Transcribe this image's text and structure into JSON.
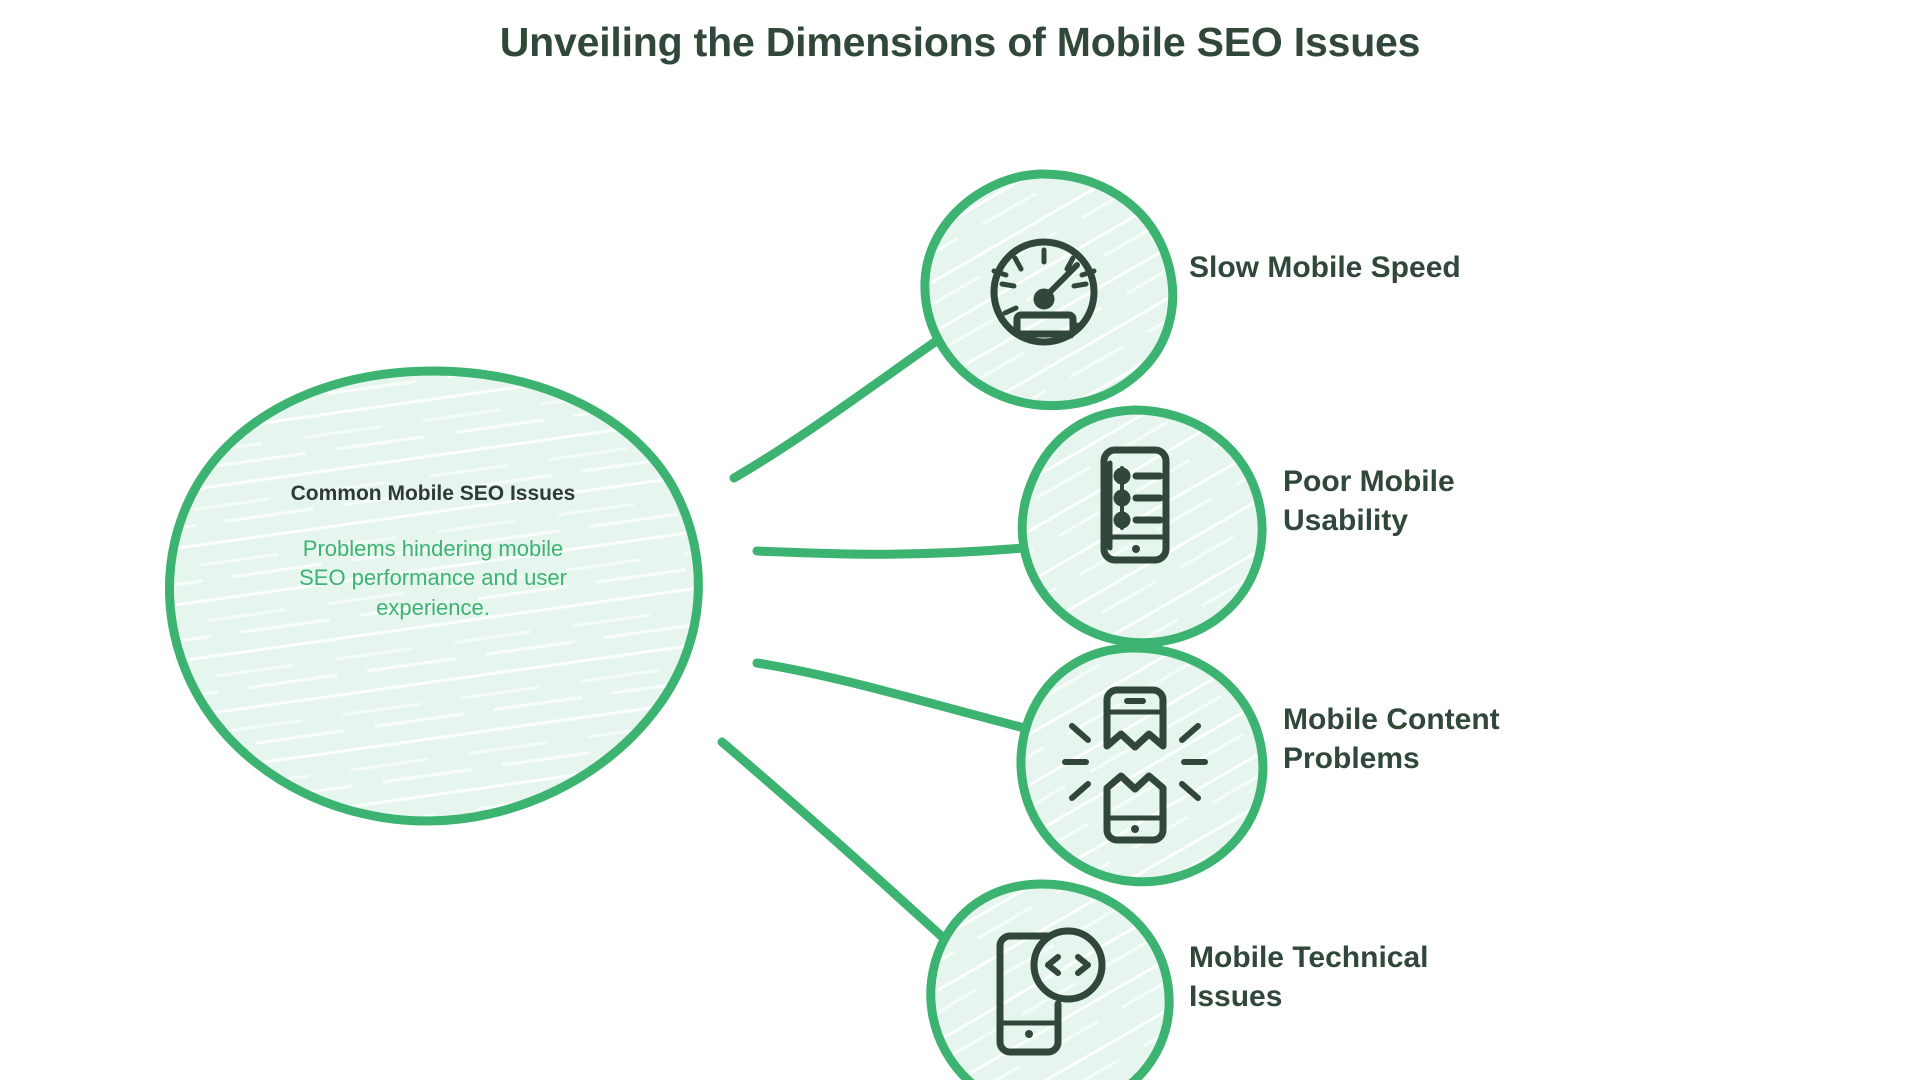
{
  "title": "Unveiling the Dimensions of Mobile SEO Issues",
  "colors": {
    "background": "#ffffff",
    "title_text": "#31473a",
    "accent_green": "#3cb371",
    "node_fill": "#e6f6ef",
    "hub_title_text": "#2f3937",
    "hub_desc_text": "#3cb371",
    "icon_stroke": "#31473a"
  },
  "hub": {
    "title": "Common Mobile SEO Issues",
    "description": "Problems hindering mobile SEO performance and user experience."
  },
  "branches": [
    {
      "label": "Slow Mobile Speed",
      "icon": "speedometer-icon"
    },
    {
      "label": "Poor Mobile\nUsability",
      "icon": "mobile-settings-icon"
    },
    {
      "label": "Mobile Content\nProblems",
      "icon": "broken-phone-icon"
    },
    {
      "label": "Mobile Technical\nIssues",
      "icon": "mobile-code-icon"
    }
  ],
  "chart_data": {
    "type": "diagram",
    "diagram_style": "hub-and-spoke mind map",
    "title": "Unveiling the Dimensions of Mobile SEO Issues",
    "center_node": {
      "label": "Common Mobile SEO Issues",
      "sublabel": "Problems hindering mobile SEO performance and user experience."
    },
    "nodes": [
      "Slow Mobile Speed",
      "Poor Mobile Usability",
      "Mobile Content Problems",
      "Mobile Technical Issues"
    ],
    "edges": [
      [
        "Common Mobile SEO Issues",
        "Slow Mobile Speed"
      ],
      [
        "Common Mobile SEO Issues",
        "Poor Mobile Usability"
      ],
      [
        "Common Mobile SEO Issues",
        "Mobile Content Problems"
      ],
      [
        "Common Mobile SEO Issues",
        "Mobile Technical Issues"
      ]
    ]
  }
}
